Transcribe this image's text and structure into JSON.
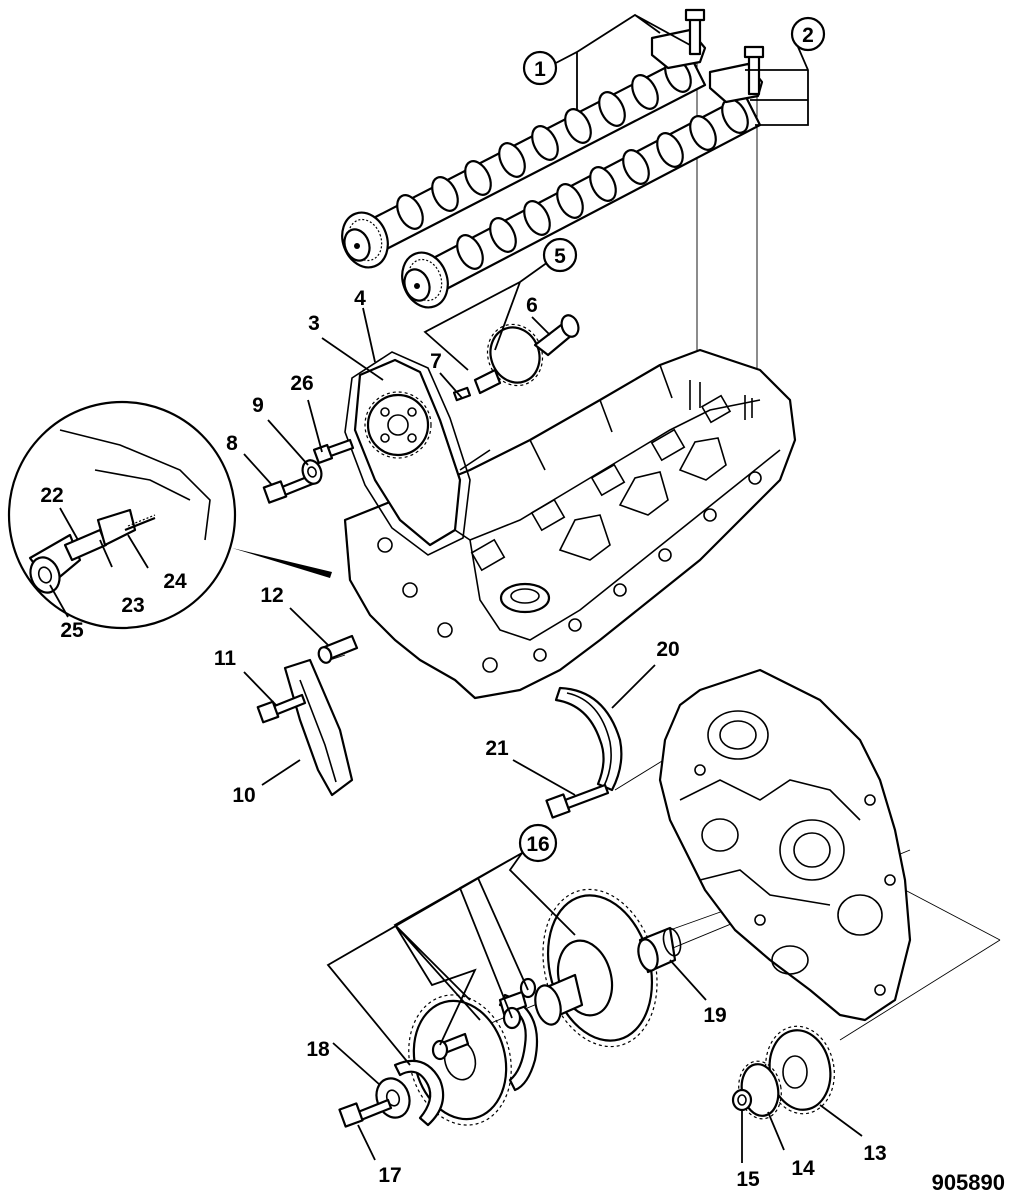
{
  "drawing_number": "905890",
  "callouts": [
    {
      "id": "c1",
      "text": "1",
      "circled": true
    },
    {
      "id": "c2",
      "text": "2",
      "circled": true
    },
    {
      "id": "c3",
      "text": "3"
    },
    {
      "id": "c4",
      "text": "4"
    },
    {
      "id": "c5",
      "text": "5",
      "circled": true
    },
    {
      "id": "c6",
      "text": "6"
    },
    {
      "id": "c7",
      "text": "7"
    },
    {
      "id": "c8",
      "text": "8"
    },
    {
      "id": "c9",
      "text": "9"
    },
    {
      "id": "c10",
      "text": "10"
    },
    {
      "id": "c11",
      "text": "11"
    },
    {
      "id": "c12",
      "text": "12"
    },
    {
      "id": "c13",
      "text": "13"
    },
    {
      "id": "c14",
      "text": "14"
    },
    {
      "id": "c15",
      "text": "15"
    },
    {
      "id": "c16",
      "text": "16",
      "circled": true
    },
    {
      "id": "c17",
      "text": "17"
    },
    {
      "id": "c18",
      "text": "18"
    },
    {
      "id": "c19",
      "text": "19"
    },
    {
      "id": "c20",
      "text": "20"
    },
    {
      "id": "c21",
      "text": "21"
    },
    {
      "id": "c22",
      "text": "22"
    },
    {
      "id": "c23",
      "text": "23"
    },
    {
      "id": "c24",
      "text": "24"
    },
    {
      "id": "c25",
      "text": "25"
    },
    {
      "id": "c26",
      "text": "26"
    }
  ]
}
